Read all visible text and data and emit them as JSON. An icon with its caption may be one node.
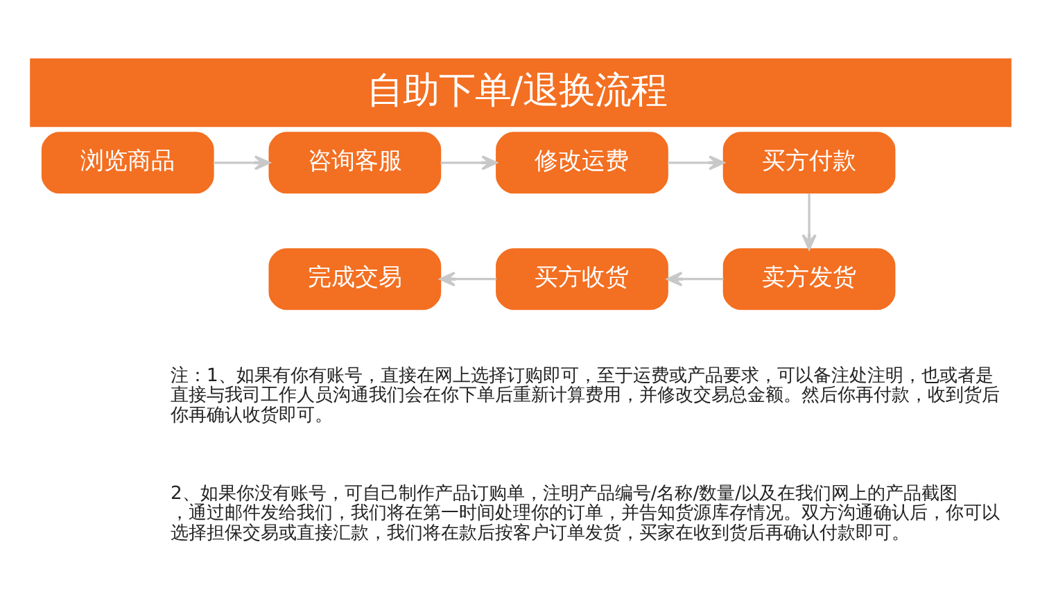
{
  "diagram": {
    "title": "自助下单/退换流程",
    "nodes": [
      {
        "text": [
          "浏览商品"
        ]
      },
      {
        "text": [
          "咨询客服"
        ]
      },
      {
        "text": [
          "修改运费"
        ]
      },
      {
        "text": [
          "买方付款"
        ]
      },
      {
        "text": [
          "卖方发货"
        ]
      },
      {
        "text": [
          "买方收货"
        ]
      },
      {
        "text": [
          "完成交易"
        ]
      }
    ],
    "edges": [
      {
        "from": 0,
        "to": 1,
        "arrow": "to"
      },
      {
        "from": 1,
        "to": 2,
        "arrow": "to"
      },
      {
        "from": 2,
        "to": 3,
        "arrow": "to"
      },
      {
        "from": 3,
        "to": 4,
        "arrow": "to"
      },
      {
        "from": 4,
        "to": 5,
        "arrow": "to"
      },
      {
        "from": 5,
        "to": 6,
        "arrow": "to"
      }
    ],
    "labels": [
      "注：1、如果有你有账号，直接在网上选择订购即可，至于运费或产品要求，可以备注处注明，也或者是直接与我司工作人员沟通我们会在你下单后重新计算费用，并修改交易总金额。然后你再付款，收到货后你再确认收货即可。",
      "2、如果你没有账号，可自己制作产品订购单，注明产品编号/名称/数量/以及在我们网上的产品截图，通过邮件发给我们，我们将在第一时间处理你的订单，并告知货源库存情况。双方沟通确认后，你可以选择担保交易或直接汇款，我们将在款后按客户订单发货，买家在收到货后再确认付款即可。"
    ]
  }
}
